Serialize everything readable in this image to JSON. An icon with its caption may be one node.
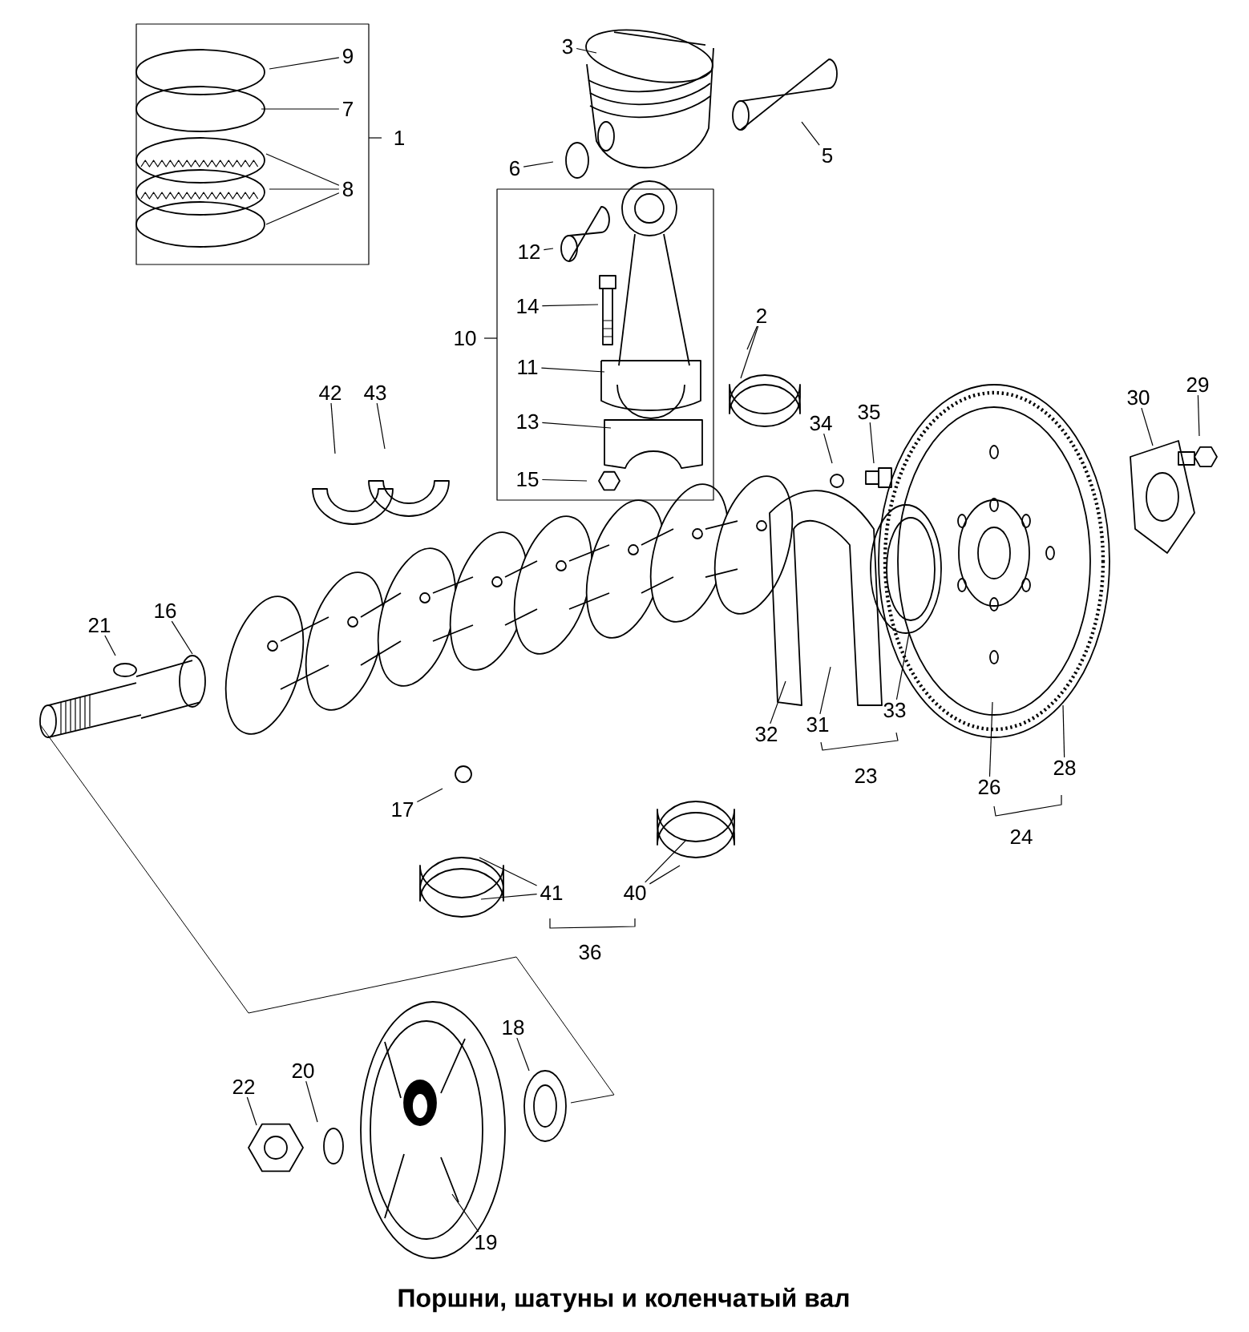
{
  "diagram": {
    "caption": "Поршни, шатуны и коленчатый вал",
    "nodes": [
      {
        "text": [
          "1"
        ]
      },
      {
        "text": [
          "9"
        ],
        "in": 0
      },
      {
        "text": [
          "7"
        ],
        "in": 0
      },
      {
        "text": [
          "8"
        ],
        "in": 0
      },
      {
        "text": [
          "3"
        ]
      },
      {
        "text": [
          "6"
        ]
      },
      {
        "text": [
          "5"
        ]
      },
      {
        "text": [
          "10"
        ]
      },
      {
        "text": [
          "12"
        ],
        "in": 7
      },
      {
        "text": [
          "14"
        ],
        "in": 7
      },
      {
        "text": [
          "11"
        ],
        "in": 7
      },
      {
        "text": [
          "13"
        ],
        "in": 7
      },
      {
        "text": [
          "15"
        ],
        "in": 7
      },
      {
        "text": [
          "2"
        ]
      },
      {
        "text": [
          "42"
        ]
      },
      {
        "text": [
          "43"
        ]
      },
      {
        "text": [
          "34"
        ]
      },
      {
        "text": [
          "35"
        ]
      },
      {
        "text": [
          "30"
        ]
      },
      {
        "text": [
          "29"
        ]
      },
      {
        "text": [
          "21"
        ]
      },
      {
        "text": [
          "16"
        ]
      },
      {
        "text": [
          "17"
        ]
      },
      {
        "text": [
          "32"
        ]
      },
      {
        "text": [
          "31"
        ]
      },
      {
        "text": [
          "33"
        ]
      },
      {
        "text": [
          "26"
        ]
      },
      {
        "text": [
          "28"
        ]
      },
      {
        "text": [
          "41"
        ]
      },
      {
        "text": [
          "40"
        ]
      },
      {
        "text": [
          "18"
        ]
      },
      {
        "text": [
          "22"
        ]
      },
      {
        "text": [
          "20"
        ]
      },
      {
        "text": [
          "19"
        ]
      }
    ],
    "edges": [
      {
        "from": 1,
        "to": null,
        "arrow": "none"
      },
      {
        "from": 2,
        "to": null,
        "arrow": "none"
      },
      {
        "from": 3,
        "to": null,
        "arrow": "none"
      },
      {
        "from": 3,
        "to": null,
        "arrow": "none"
      },
      {
        "from": 3,
        "to": null,
        "arrow": "none"
      },
      {
        "from": 4,
        "to": null,
        "arrow": "none"
      },
      {
        "from": 5,
        "to": null,
        "arrow": "none"
      },
      {
        "from": 6,
        "to": null,
        "arrow": "none"
      },
      {
        "from": 8,
        "to": null,
        "arrow": "none"
      },
      {
        "from": 9,
        "to": null,
        "arrow": "none"
      },
      {
        "from": 10,
        "to": null,
        "arrow": "none"
      },
      {
        "from": 11,
        "to": null,
        "arrow": "none"
      },
      {
        "from": 12,
        "to": null,
        "arrow": "none"
      },
      {
        "from": 13,
        "to": null,
        "arrow": "none"
      },
      {
        "from": 13,
        "to": null,
        "arrow": "none"
      },
      {
        "from": 14,
        "to": null,
        "arrow": "none"
      },
      {
        "from": 15,
        "to": null,
        "arrow": "none"
      },
      {
        "from": 16,
        "to": null,
        "arrow": "none"
      },
      {
        "from": 17,
        "to": null,
        "arrow": "none"
      },
      {
        "from": 18,
        "to": null,
        "arrow": "none"
      },
      {
        "from": 19,
        "to": null,
        "arrow": "none"
      },
      {
        "from": 20,
        "to": null,
        "arrow": "none"
      },
      {
        "from": 21,
        "to": null,
        "arrow": "none"
      },
      {
        "from": 22,
        "to": null,
        "arrow": "none"
      },
      {
        "from": 23,
        "to": null,
        "arrow": "none"
      },
      {
        "from": 24,
        "to": null,
        "arrow": "none"
      },
      {
        "from": 25,
        "to": null,
        "arrow": "none"
      },
      {
        "from": 26,
        "to": null,
        "arrow": "none"
      },
      {
        "from": 27,
        "to": null,
        "arrow": "none"
      },
      {
        "from": 28,
        "to": null,
        "arrow": "none"
      },
      {
        "from": 28,
        "to": null,
        "arrow": "none"
      },
      {
        "from": 29,
        "to": null,
        "arrow": "none"
      },
      {
        "from": 29,
        "to": null,
        "arrow": "none"
      },
      {
        "from": 30,
        "to": null,
        "arrow": "none"
      },
      {
        "from": 31,
        "to": null,
        "arrow": "none"
      },
      {
        "from": 32,
        "to": null,
        "arrow": "none"
      },
      {
        "from": 33,
        "to": null,
        "arrow": "none"
      }
    ],
    "labels": [
      "23",
      "24",
      "36"
    ]
  }
}
